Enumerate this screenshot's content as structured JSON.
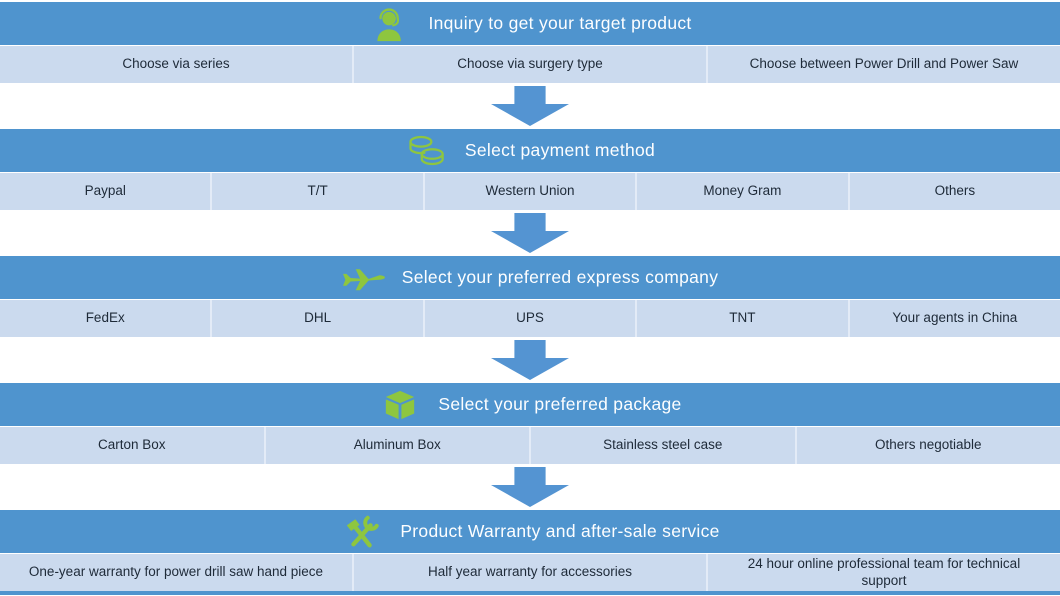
{
  "colors": {
    "header_blue": "#4f94ce",
    "row_blue": "#cbdaee",
    "arrow_blue": "#5494d2",
    "icon_green": "#8ec63f",
    "option_text": "#1e2a38",
    "header_text": "#fdfeff",
    "divider": "#e3ebf7",
    "bottom_bar": "#4f94ce"
  },
  "sections": [
    {
      "title": "Inquiry to get your target product",
      "icon": "support-agent-icon",
      "options": [
        "Choose via series",
        "Choose via surgery type",
        "Choose between Power Drill and Power Saw"
      ]
    },
    {
      "title": "Select payment method",
      "icon": "coins-icon",
      "options": [
        "Paypal",
        "T/T",
        "Western Union",
        "Money Gram",
        "Others"
      ]
    },
    {
      "title": "Select your preferred express company",
      "icon": "airplane-icon",
      "options": [
        "FedEx",
        "DHL",
        "UPS",
        "TNT",
        "Your agents in China"
      ]
    },
    {
      "title": "Select your preferred package",
      "icon": "package-icon",
      "options": [
        "Carton Box",
        "Aluminum Box",
        "Stainless steel case",
        "Others negotiable"
      ]
    },
    {
      "title": "Product Warranty and after-sale service",
      "icon": "tools-icon",
      "options": [
        "One-year warranty for power drill saw hand piece",
        "Half year warranty for accessories",
        "24 hour online professional team for technical support"
      ]
    }
  ]
}
